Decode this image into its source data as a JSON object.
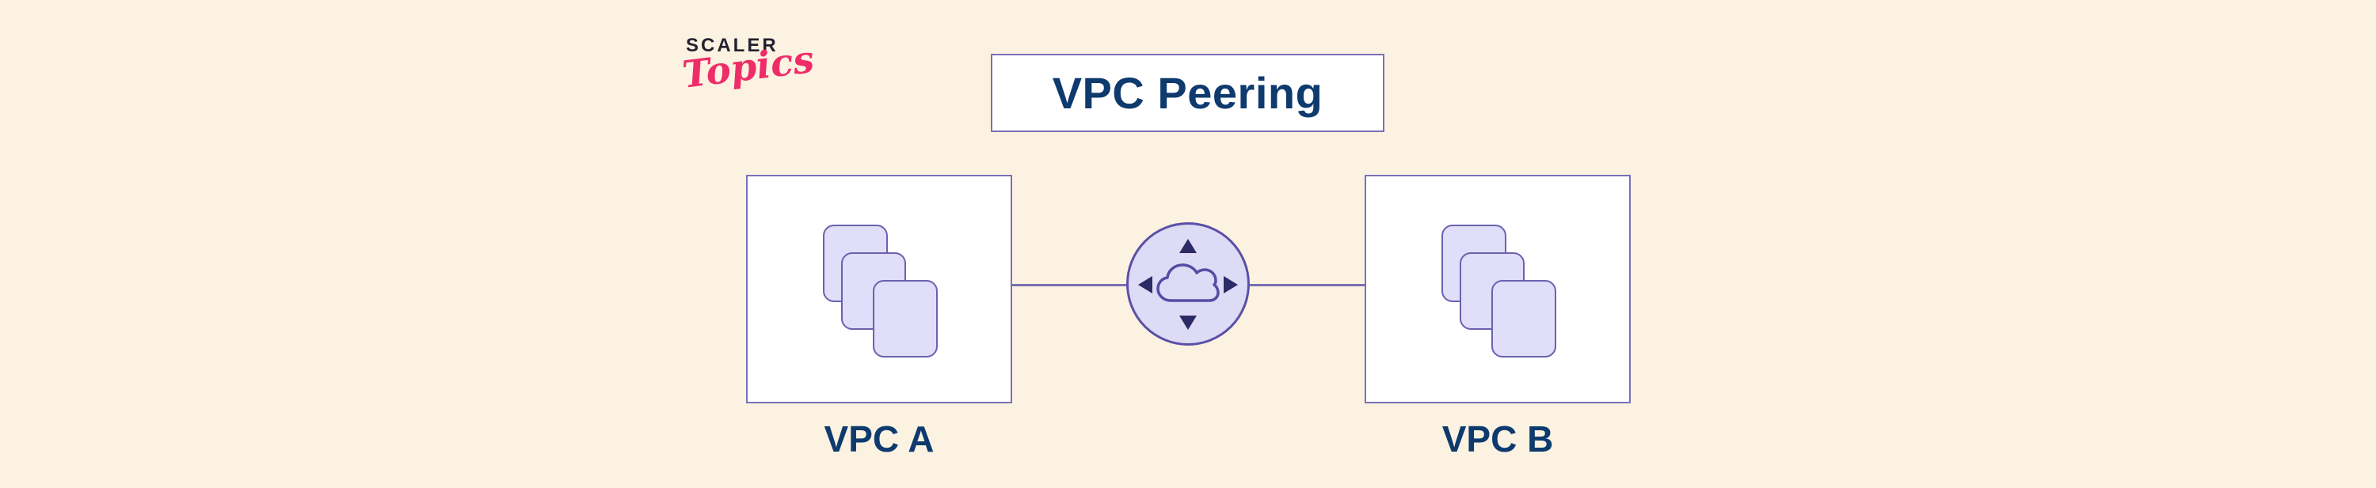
{
  "logo": {
    "brand": "SCALER",
    "sub_brand": "Topics"
  },
  "title": {
    "label": "VPC Peering"
  },
  "diagram": {
    "vpc_a": {
      "label": "VPC A",
      "instance_count": 3
    },
    "vpc_b": {
      "label": "VPC B",
      "instance_count": 3
    },
    "peering_node": {
      "icon": "cloud-icon",
      "arrows": [
        "up",
        "down",
        "left",
        "right"
      ]
    },
    "connections": [
      {
        "from": "VPC A",
        "to": "peering-node"
      },
      {
        "from": "peering-node",
        "to": "VPC B"
      }
    ]
  },
  "colors": {
    "background": "#FCF2E2",
    "panel_fill": "#FFFFFF",
    "panel_border": "#7A70B8",
    "square_fill": "#E0DEF8",
    "square_border": "#6B61AF",
    "circle_fill": "#DDDBF5",
    "circle_border": "#5B50A6",
    "connector": "#7A70B5",
    "cloud_stroke": "#564CA5",
    "arrow_navy": "#2C2B64",
    "text_navy": "#0E3A6E",
    "logo_dark": "#232230",
    "logo_pink": "#EE2D68"
  }
}
